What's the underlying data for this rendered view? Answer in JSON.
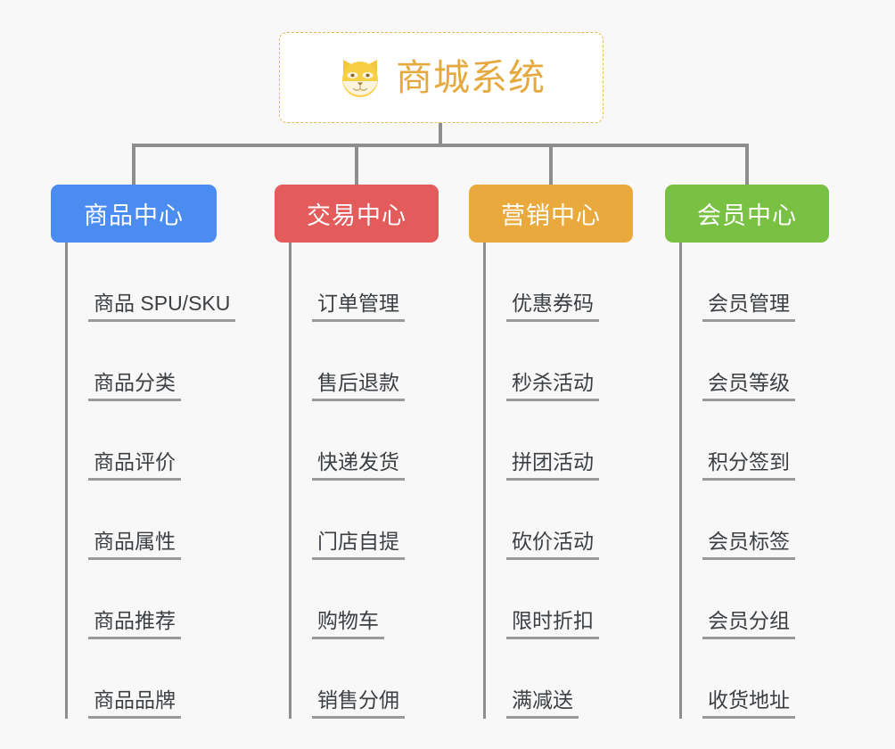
{
  "diagram": {
    "title": "商城系统",
    "background_color": "#f8f8f9",
    "connector_color": "#8e8e8e"
  },
  "root": {
    "label": "商城系统",
    "icon": "shiba-dog-face-icon",
    "text_color": "#e5a93f",
    "border_color": "#e9b65c",
    "background_color": "#ffffff"
  },
  "branches": [
    {
      "label": "商品中心",
      "color": "#4a8cf0",
      "items": [
        {
          "label": "商品 SPU/SKU"
        },
        {
          "label": "商品分类"
        },
        {
          "label": "商品评价"
        },
        {
          "label": "商品属性"
        },
        {
          "label": "商品推荐"
        },
        {
          "label": "商品品牌"
        }
      ]
    },
    {
      "label": "交易中心",
      "color": "#e45b5b",
      "items": [
        {
          "label": "订单管理"
        },
        {
          "label": "售后退款"
        },
        {
          "label": "快递发货"
        },
        {
          "label": "门店自提"
        },
        {
          "label": "购物车"
        },
        {
          "label": "销售分佣"
        }
      ]
    },
    {
      "label": "营销中心",
      "color": "#e9a93c",
      "items": [
        {
          "label": "优惠券码"
        },
        {
          "label": "秒杀活动"
        },
        {
          "label": "拼团活动"
        },
        {
          "label": "砍价活动"
        },
        {
          "label": "限时折扣"
        },
        {
          "label": "满减送"
        }
      ]
    },
    {
      "label": "会员中心",
      "color": "#79c142",
      "items": [
        {
          "label": "会员管理"
        },
        {
          "label": "会员等级"
        },
        {
          "label": "积分签到"
        },
        {
          "label": "会员标签"
        },
        {
          "label": "会员分组"
        },
        {
          "label": "收货地址"
        }
      ]
    }
  ]
}
